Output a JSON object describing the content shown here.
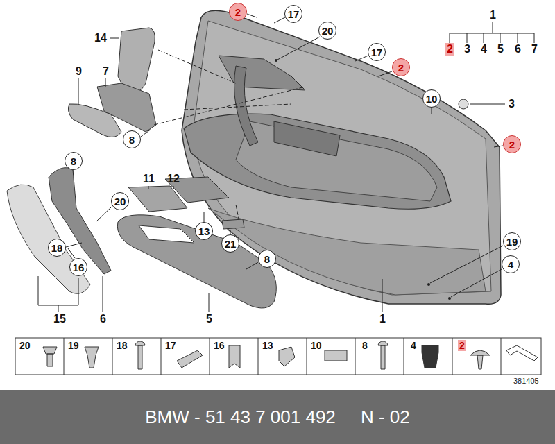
{
  "diagram": {
    "caption": "BMW - 51 43 7 001 492     N - 02",
    "labels": [
      "2",
      "17",
      "20",
      "1",
      "2",
      "3",
      "4",
      "5",
      "6",
      "7",
      "14",
      "17",
      "2",
      "9",
      "7",
      "10",
      "3",
      "8",
      "2",
      "8",
      "11",
      "12",
      "20",
      "13",
      "21",
      "18",
      "19",
      "8",
      "16",
      "4",
      "15",
      "6",
      "5",
      "1",
      "20",
      "19",
      "18",
      "17",
      "16",
      "13",
      "10",
      "8",
      "4",
      "2",
      "381405"
    ]
  }
}
